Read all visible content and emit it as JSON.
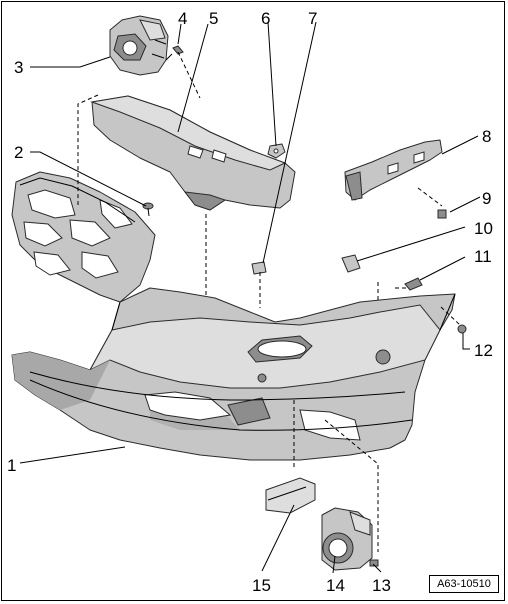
{
  "diagram": {
    "reference_code": "A63-10510",
    "callouts": [
      "1",
      "2",
      "3",
      "4",
      "5",
      "6",
      "7",
      "8",
      "9",
      "10",
      "11",
      "12",
      "13",
      "14",
      "15"
    ]
  }
}
